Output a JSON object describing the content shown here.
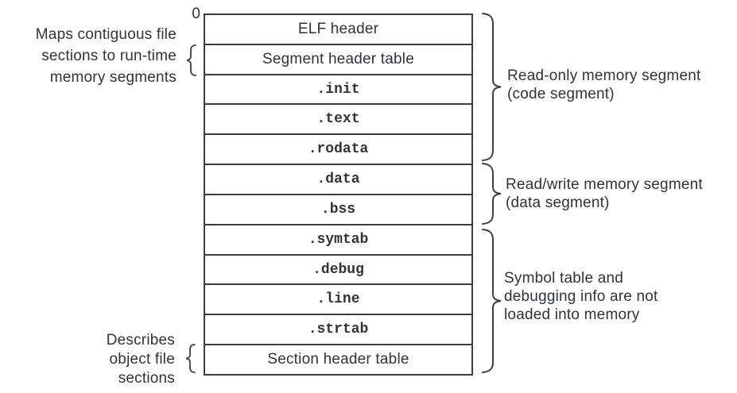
{
  "origin_label": "0",
  "stack": {
    "rows": [
      {
        "label": "ELF header"
      },
      {
        "label": "Segment header table"
      },
      {
        "label": ".init"
      },
      {
        "label": ".text"
      },
      {
        "label": ".rodata"
      },
      {
        "label": ".data"
      },
      {
        "label": ".bss"
      },
      {
        "label": ".symtab"
      },
      {
        "label": ".debug"
      },
      {
        "label": ".line"
      },
      {
        "label": ".strtab"
      },
      {
        "label": "Section header table"
      }
    ]
  },
  "left_annotations": {
    "maps": {
      "lines": [
        "Maps contiguous file",
        "sections to run-time",
        "memory segments"
      ]
    },
    "describes": {
      "lines": [
        "Describes",
        "object file",
        "sections"
      ]
    }
  },
  "right_annotations": {
    "read_only": {
      "lines": [
        "Read-only memory segment",
        "(code segment)"
      ]
    },
    "read_write": {
      "lines": [
        "Read/write memory segment",
        "(data segment)"
      ]
    },
    "not_loaded": {
      "lines": [
        "Symbol table and",
        "debugging info are not",
        "loaded into memory"
      ]
    }
  },
  "colors": {
    "background": "#ffffff",
    "text": "#30323c",
    "line": "#3c3d44"
  }
}
